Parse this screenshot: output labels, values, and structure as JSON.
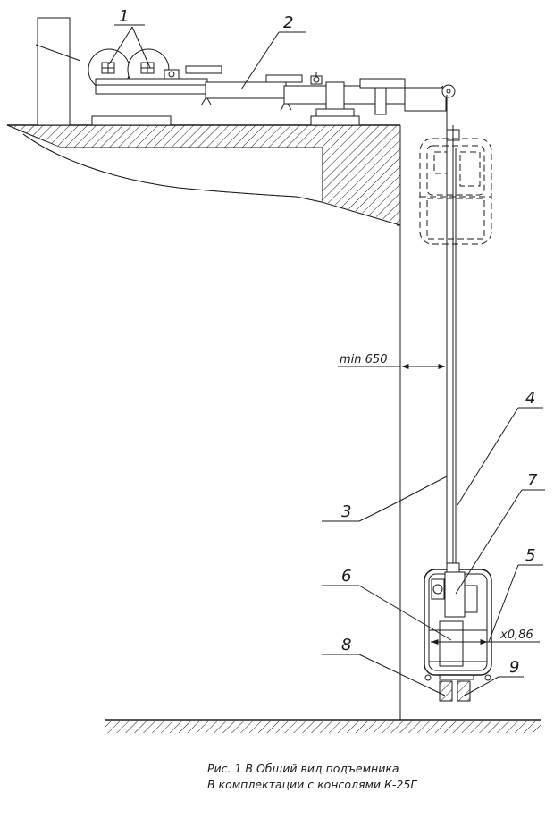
{
  "caption": {
    "line1": "Рис. 1 В Общий вид подъемника",
    "line2": "В комплектации с консолями К-25Г"
  },
  "dimensions": {
    "min_distance": "min 650",
    "offset": "x0,86"
  },
  "callouts": [
    "1",
    "2",
    "3",
    "4",
    "5",
    "6",
    "7",
    "8",
    "9"
  ]
}
